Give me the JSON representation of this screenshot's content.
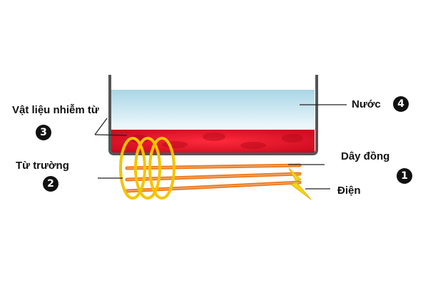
{
  "labels": {
    "material": "Vật liệu nhiễm từ",
    "field": "Từ trường",
    "water": "Nước",
    "wire": "Dây đồng",
    "electric": "Điện"
  },
  "badges": {
    "one": "1",
    "two": "2",
    "three": "3",
    "four": "4"
  },
  "colors": {
    "water_top": "#a9d6e6",
    "water_bottom": "#f2fafd",
    "heated_material": "#e4162b",
    "container": "#555555",
    "coil_orange": "#ec7a1e",
    "coil_yellow": "#f5c400",
    "spark": "#f7d417"
  },
  "icons": {
    "spark": "lightning-bolt-icon"
  }
}
